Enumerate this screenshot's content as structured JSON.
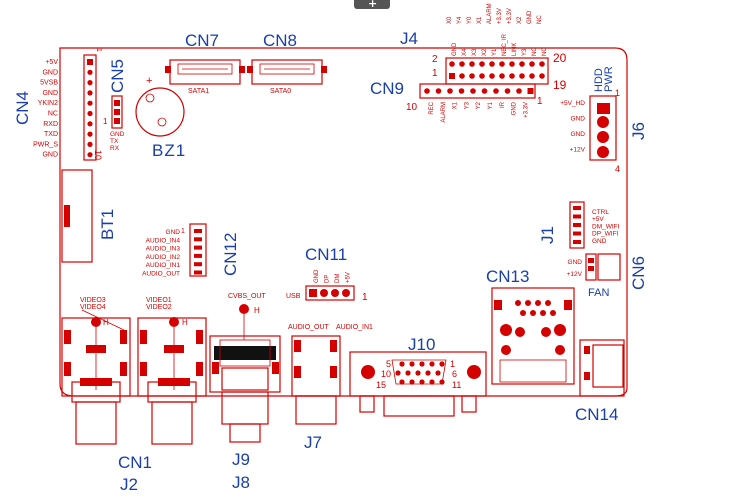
{
  "top_button": {
    "glyph": "+"
  },
  "connectors": {
    "cn4": "CN4",
    "cn5": "CN5",
    "cn7": "CN7",
    "cn8": "CN8",
    "j4": "J4",
    "cn9": "CN9",
    "bz1": "BZ1",
    "j6": "J6",
    "bt1": "BT1",
    "cn12": "CN12",
    "cn11": "CN11",
    "j1": "J1",
    "cn6": "CN6",
    "cn13": "CN13",
    "j10": "J10",
    "cn14": "CN14",
    "cn1": "CN1",
    "j2": "J2",
    "j9": "J9",
    "j8": "J8",
    "j7": "J7"
  },
  "cn4_pins": [
    "+5V",
    "GND",
    "5VSB",
    "GND",
    "YKIN2",
    "NC",
    "RXD",
    "TXD",
    "PWR_S",
    "GND"
  ],
  "cn4_pin_nums": {
    "first": "1",
    "last": "10"
  },
  "cn5_pins": [
    "GND",
    "TX",
    "RX"
  ],
  "cn5_pin1": "1",
  "buzzer_plus": "+",
  "sata1": "SATA1",
  "sata0": "SATA0",
  "j4_top_pins": [
    "GND",
    "X4",
    "X3",
    "X2",
    "Y1",
    "NEC_IR",
    "LINK",
    "Y3",
    "NC",
    "NC"
  ],
  "j4_top_pins_row2": [
    "X0",
    "Y4",
    "Y0",
    "X1",
    "ALARM",
    "+3.3V",
    "+3.3V",
    "X2",
    "GND",
    "NC"
  ],
  "j4_numbers": {
    "tl": "2",
    "tl1": "1",
    "tr": "20",
    "br": "19"
  },
  "cn9_numbers": {
    "left": "10",
    "right": "1"
  },
  "cn9_pins": [
    "REC",
    "ALARM",
    "X1",
    "Y3",
    "Y2",
    "Y1",
    "IR",
    "GND",
    "+3.3V"
  ],
  "hdd_pwr": {
    "hdd": "HDD",
    "pwr": "PWR"
  },
  "j6_pins": [
    "+5V_HD",
    "GND",
    "GND",
    "+12V"
  ],
  "j6_numbers": {
    "top": "1",
    "bottom": "4"
  },
  "cn12_pins": [
    "GND",
    "AUDIO_IN4",
    "AUDIO_IN3",
    "AUDIO_IN2",
    "AUDIO_IN1",
    "AUDIO_OUT"
  ],
  "cn12_pin1": "1",
  "j1_pins": [
    "CTRL",
    "+5V",
    "DM_WIFI",
    "DP_WIFI",
    "GND"
  ],
  "cn6_pins": [
    "GND",
    "+12V"
  ],
  "fan": "FAN",
  "cn11_pins": [
    "GND",
    "DP",
    "DM",
    "+5V"
  ],
  "usb": "USB",
  "cn11_pin1": "1",
  "video_labels": {
    "a1": "VIDEO3",
    "a2": "VIDEO4",
    "b1": "VIDEO1",
    "b2": "VIDEO2"
  },
  "cvbs_out": "CVBS_OUT",
  "audio_labels": {
    "out": "AUDIO_OUT",
    "in1": "AUDIO_IN1"
  },
  "vga_numbers": {
    "n5": "5",
    "n1": "1",
    "n10": "10",
    "n6": "6",
    "n15": "15",
    "n11": "11"
  },
  "h_marks": "H"
}
